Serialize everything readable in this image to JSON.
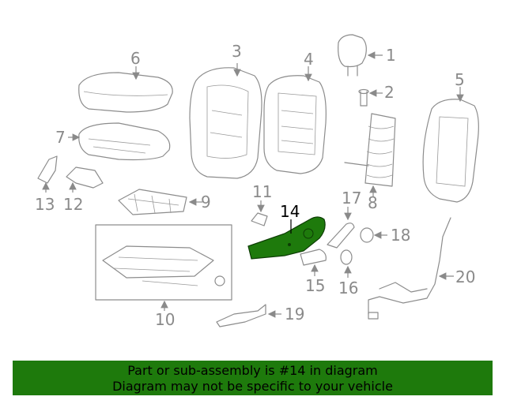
{
  "diagram": {
    "highlight_color": "#1e7a0c",
    "highlighted_part": "14",
    "callouts": [
      "1",
      "2",
      "3",
      "4",
      "5",
      "6",
      "7",
      "8",
      "9",
      "10",
      "11",
      "12",
      "13",
      "14",
      "15",
      "16",
      "17",
      "18",
      "19",
      "20"
    ]
  },
  "banner": {
    "line1": "Part or sub-assembly is #14 in diagram",
    "line2": "Diagram may not be specific to your vehicle",
    "background": "#1e7a0c"
  }
}
